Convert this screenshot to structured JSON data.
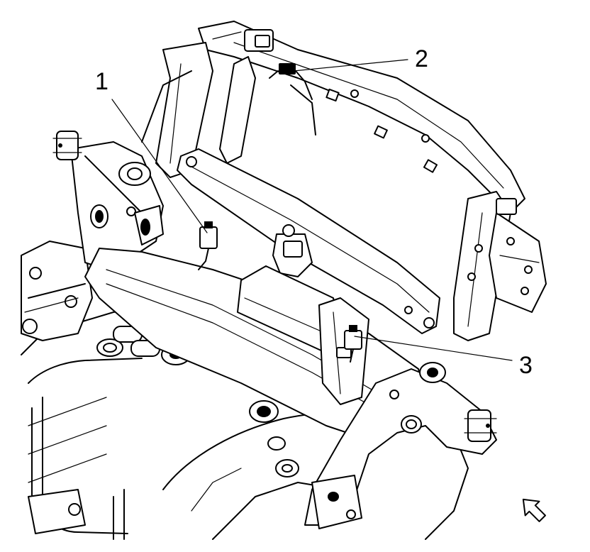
{
  "diagram": {
    "callouts": [
      {
        "id": "1",
        "label": "1"
      },
      {
        "id": "2",
        "label": "2"
      },
      {
        "id": "3",
        "label": "3"
      }
    ],
    "view_arrow_icon": "direction-arrow-icon"
  }
}
